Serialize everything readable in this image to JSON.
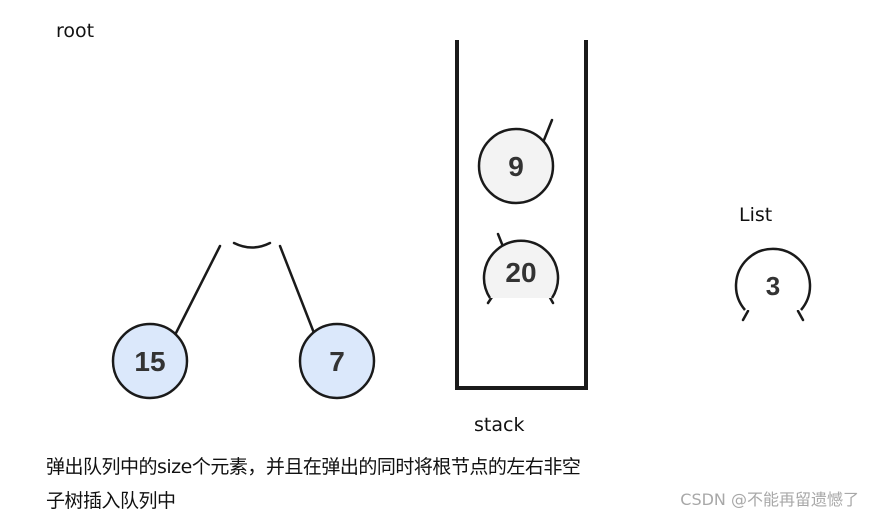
{
  "labels": {
    "root": "root",
    "stack": "stack",
    "list": "List"
  },
  "caption": {
    "line1": "弹出队列中的size个元素，并且在弹出的同时将根节点的左右非空",
    "line2": "子树插入队列中"
  },
  "watermark": "CSDN @不能再留遗憾了",
  "nodes": {
    "tree_left": "15",
    "tree_right": "7",
    "stack_top": "9",
    "stack_bottom": "20",
    "list_item": "3"
  },
  "colors": {
    "tree_node_fill": "#dbe8fb",
    "stack_node_fill": "#f3f3f3",
    "list_node_fill": "#ffffff",
    "stroke": "#1a1a1a",
    "node_text": "#333333",
    "watermark": "#a8a8a8"
  }
}
